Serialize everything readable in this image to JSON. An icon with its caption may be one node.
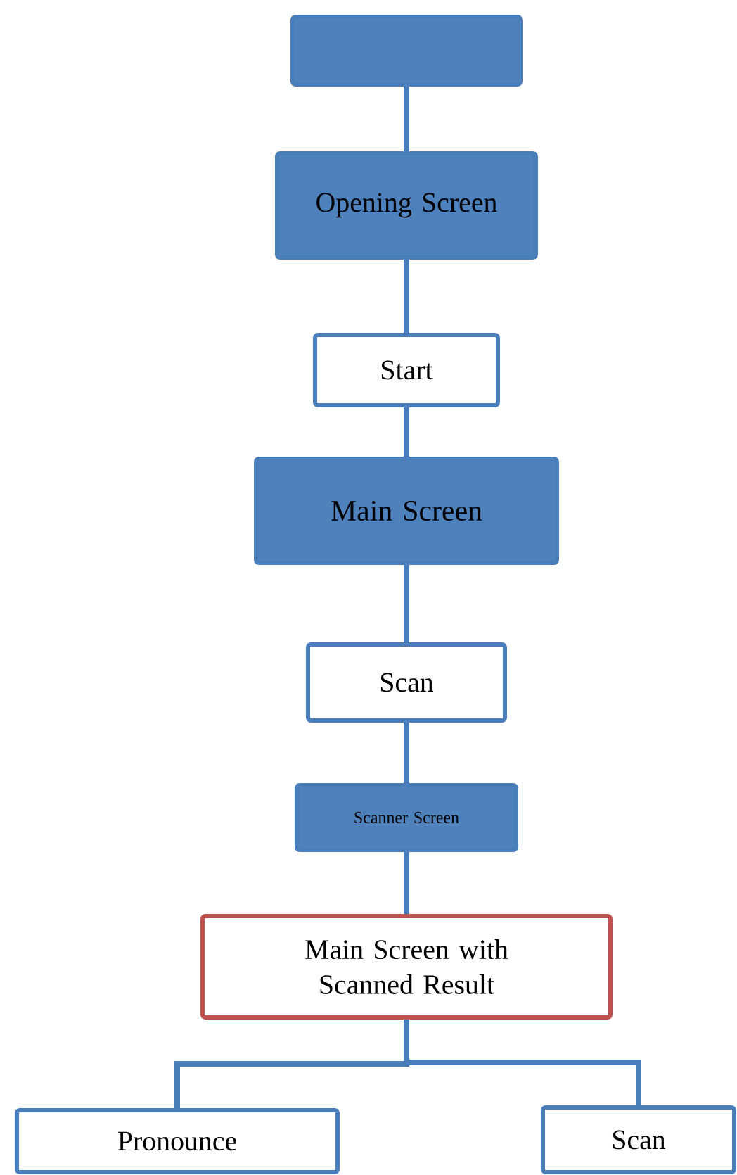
{
  "diagram": {
    "nodes": [
      {
        "text": [],
        "shape": "box"
      },
      {
        "text": [
          "Opening Screen"
        ]
      },
      {
        "text": [
          "Start"
        ]
      },
      {
        "text": [
          "Main Screen"
        ]
      },
      {
        "text": [
          "Scan"
        ]
      },
      {
        "text": [
          "Scanner Screen"
        ]
      },
      {
        "text": [
          "Main Screen with Scanned Result"
        ]
      },
      {
        "text": [
          "Pronounce"
        ]
      },
      {
        "text": [
          "Scan"
        ]
      }
    ],
    "edges": [
      {
        "from": 0,
        "to": 1,
        "arrow": "none"
      },
      {
        "from": 1,
        "to": 2,
        "arrow": "none"
      },
      {
        "from": 2,
        "to": 3,
        "arrow": "none"
      },
      {
        "from": 3,
        "to": 4,
        "arrow": "none"
      },
      {
        "from": 4,
        "to": 5,
        "arrow": "none"
      },
      {
        "from": 5,
        "to": 6,
        "arrow": "none"
      },
      {
        "from": 6,
        "to": 7,
        "arrow": "none"
      },
      {
        "from": 6,
        "to": 8,
        "arrow": "none"
      }
    ]
  }
}
